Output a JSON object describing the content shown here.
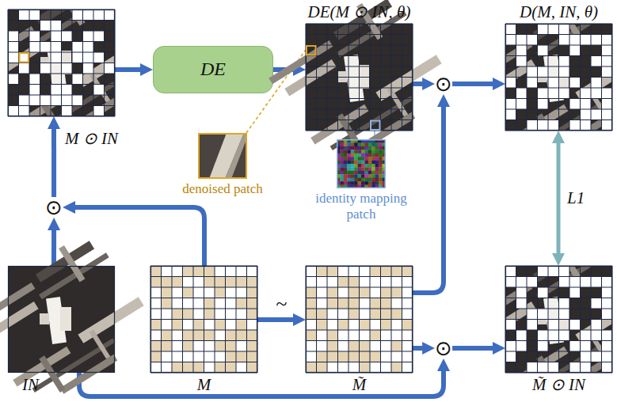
{
  "diagram": {
    "nodes": [
      {
        "text": [
          "M ⊙ IN"
        ]
      },
      {
        "text": [
          "DE"
        ]
      },
      {
        "text": [
          "DE(M ⊙ IN, θ)"
        ]
      },
      {
        "text": [
          "denoised patch"
        ]
      },
      {
        "text": [
          "identity mapping patch"
        ]
      },
      {
        "text": [
          "⊙"
        ]
      },
      {
        "text": [
          "D(M, IN, θ)"
        ]
      },
      {
        "text": [
          "⊙"
        ]
      },
      {
        "text": [
          "IN"
        ]
      },
      {
        "text": [
          "M"
        ]
      },
      {
        "text": [
          "M̃"
        ]
      },
      {
        "text": [
          "⊙"
        ]
      },
      {
        "text": [
          "M̃ ⊙ IN"
        ]
      }
    ],
    "edges": [
      {
        "from": 0,
        "to": 1,
        "arrow": "to"
      },
      {
        "from": 1,
        "to": 2,
        "arrow": "to"
      },
      {
        "from": 2,
        "to": 5,
        "arrow": "to"
      },
      {
        "from": 5,
        "to": 6,
        "arrow": "to"
      },
      {
        "from": 6,
        "to": 12,
        "arrow": "both",
        "label": "L1"
      },
      {
        "from": 7,
        "to": 0,
        "arrow": "to"
      },
      {
        "from": 8,
        "to": 7,
        "arrow": "to"
      },
      {
        "from": 9,
        "to": 7,
        "arrow": "to"
      },
      {
        "from": 9,
        "to": 10,
        "arrow": "to",
        "label": "~"
      },
      {
        "from": 10,
        "to": 5,
        "arrow": "to"
      },
      {
        "from": 10,
        "to": 11,
        "arrow": "to"
      },
      {
        "from": 8,
        "to": 11,
        "arrow": "to"
      },
      {
        "from": 11,
        "to": 12,
        "arrow": "to"
      },
      {
        "from": 3,
        "to": 2,
        "arrow": "none"
      },
      {
        "from": 4,
        "to": 2,
        "arrow": "none"
      }
    ]
  }
}
